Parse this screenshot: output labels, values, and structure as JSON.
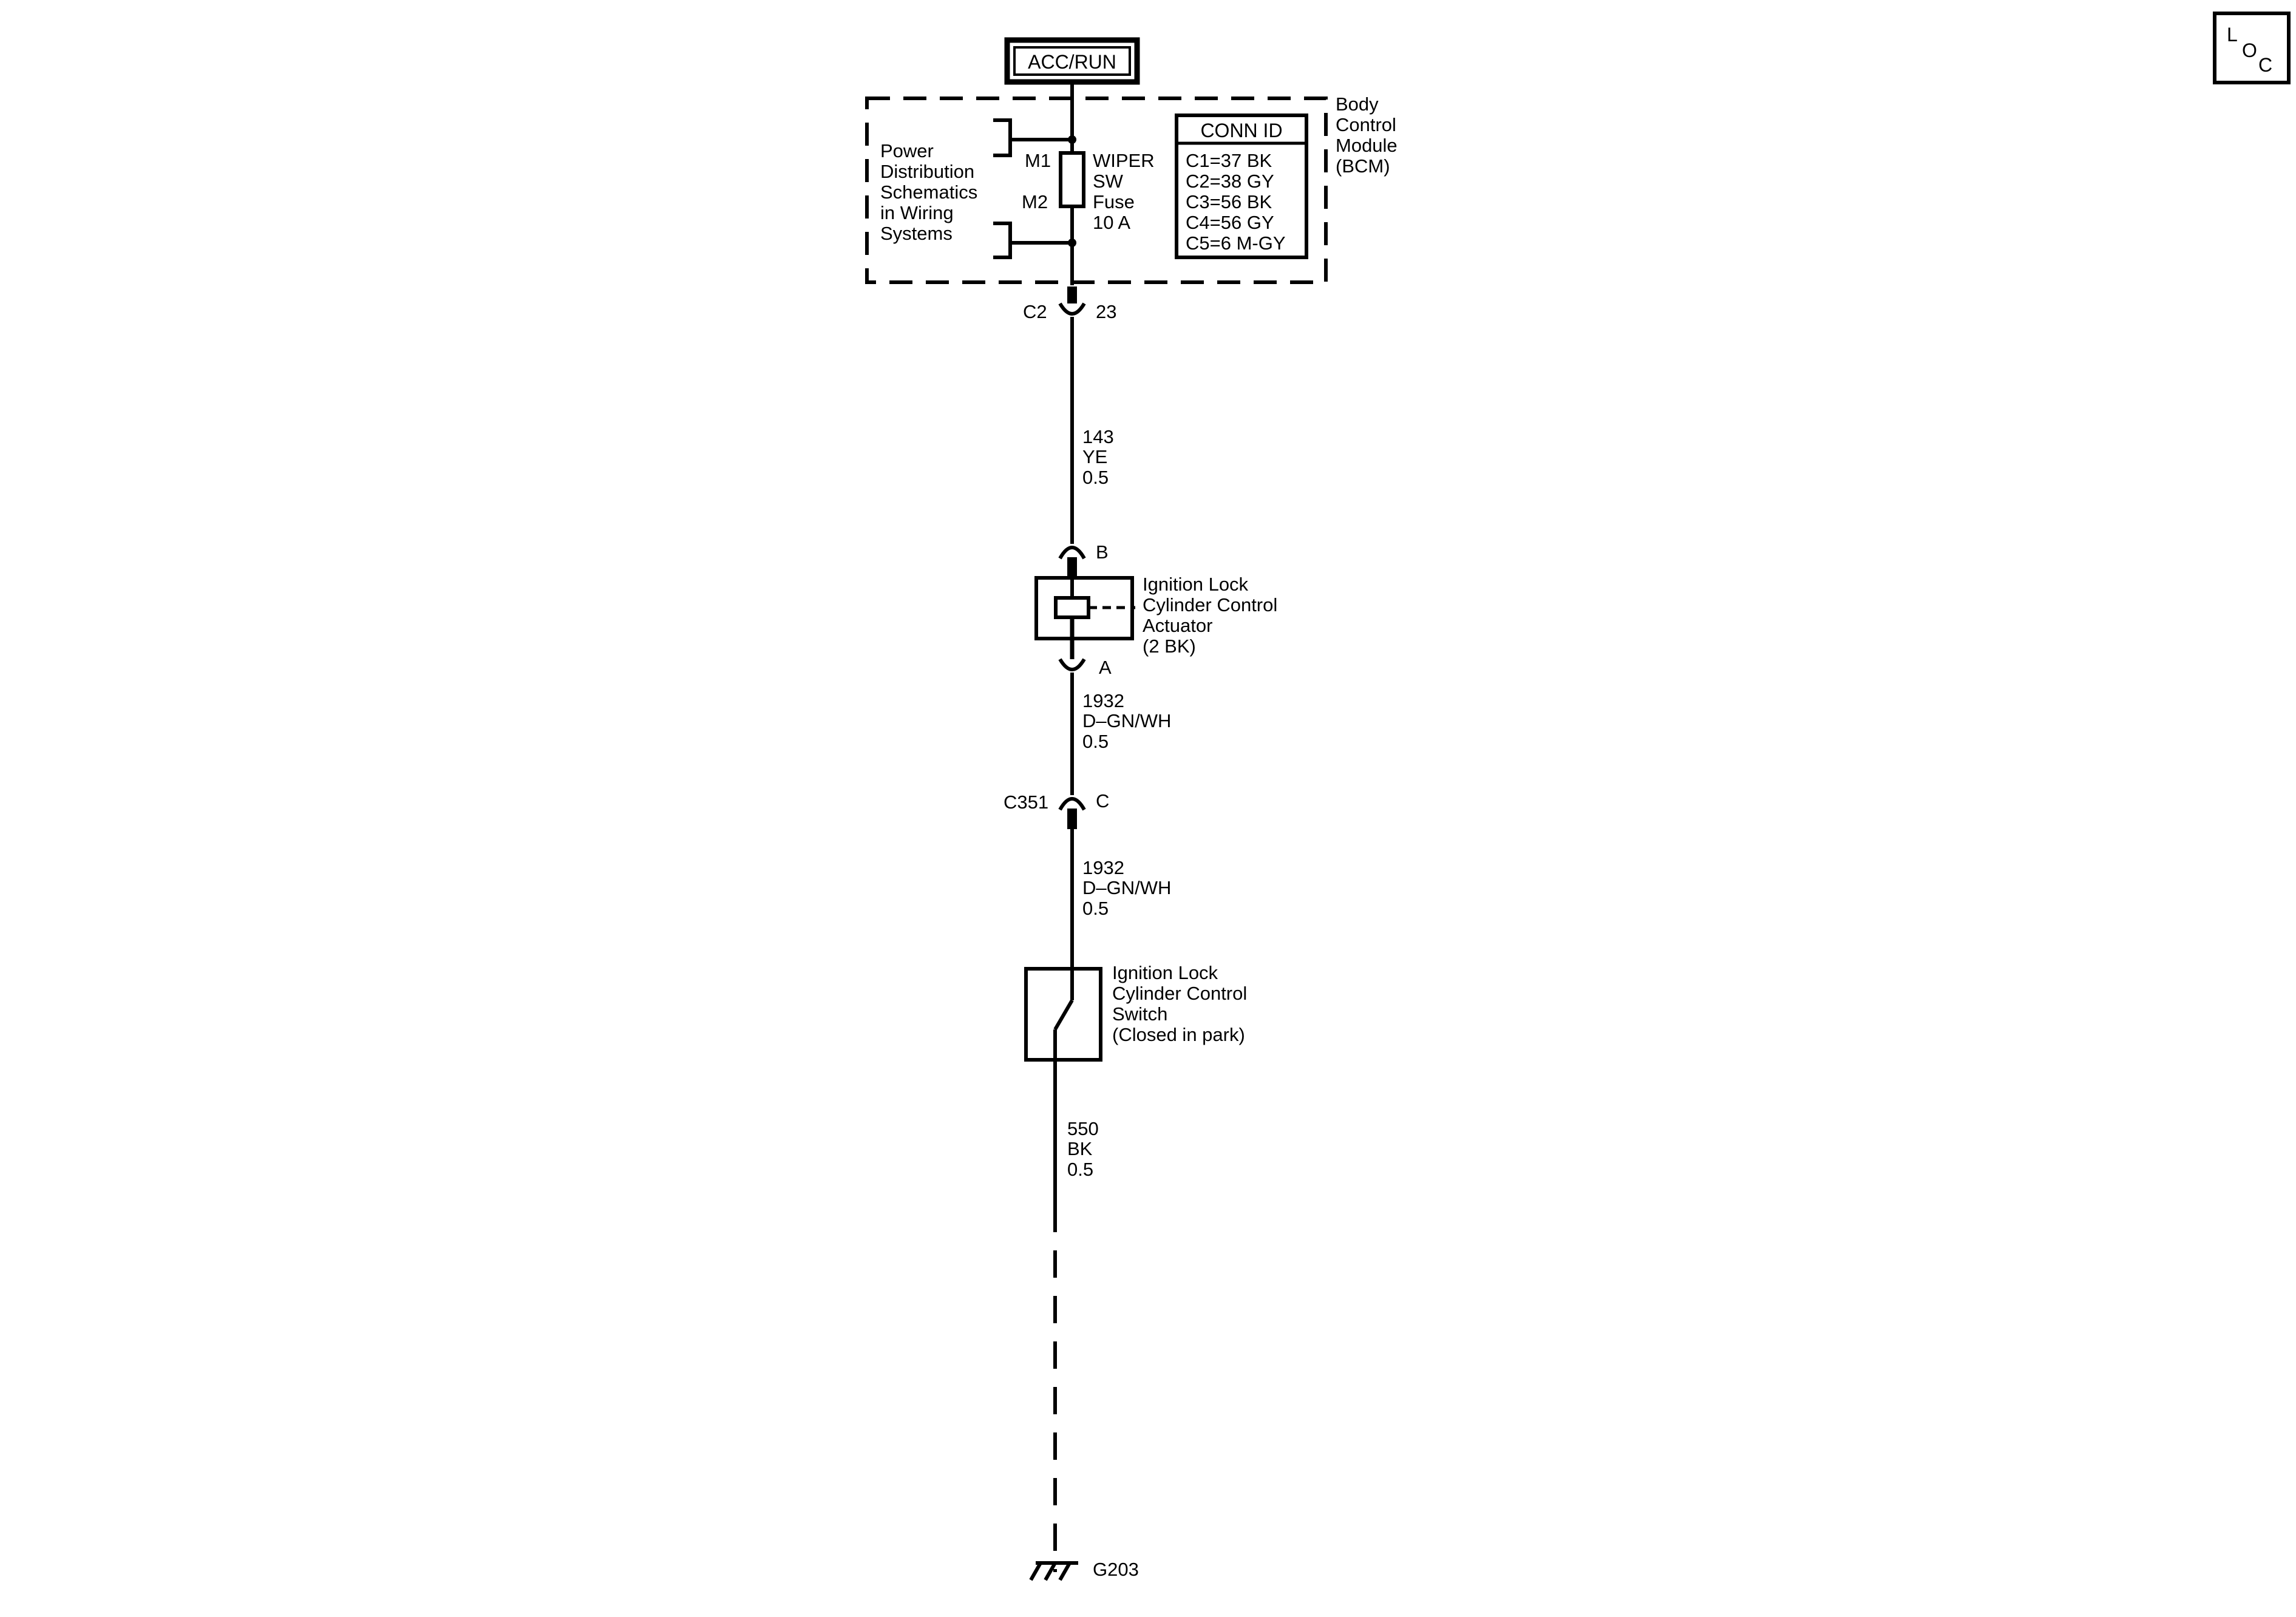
{
  "power": {
    "source_label": "ACC/RUN"
  },
  "bcm": {
    "power_dist_lines": [
      "Power",
      "Distribution",
      "Schematics",
      "in Wiring",
      "Systems"
    ],
    "terminal_m1": "M1",
    "terminal_m2": "M2",
    "fuse_lines": [
      "WIPER",
      "SW",
      "Fuse",
      "10 A"
    ],
    "conn_id_title": "CONN ID",
    "conn_ids": [
      "C1=37 BK",
      "C2=38 GY",
      "C3=56 BK",
      "C4=56 GY",
      "C5=6 M-GY"
    ],
    "module_lines": [
      "Body",
      "Control",
      "Module",
      "(BCM)"
    ]
  },
  "connector_c2": {
    "name": "C2",
    "pin": "23"
  },
  "wire_143": {
    "circuit": "143",
    "color": "YE",
    "gauge": "0.5"
  },
  "actuator": {
    "pin_b": "B",
    "pin_a": "A",
    "lines": [
      "Ignition Lock",
      "Cylinder Control",
      "Actuator",
      "(2 BK)"
    ]
  },
  "wire_1932_a": {
    "circuit": "1932",
    "color": "D–GN/WH",
    "gauge": "0.5"
  },
  "connector_c351": {
    "name": "C351",
    "pin": "C"
  },
  "wire_1932_b": {
    "circuit": "1932",
    "color": "D–GN/WH",
    "gauge": "0.5"
  },
  "switch": {
    "lines": [
      "Ignition Lock",
      "Cylinder Control",
      "Switch",
      "(Closed in park)"
    ]
  },
  "wire_550": {
    "circuit": "550",
    "color": "BK",
    "gauge": "0.5"
  },
  "ground": {
    "name": "G203"
  },
  "loc_badge": {
    "l": "L",
    "o": "O",
    "c": "C"
  }
}
